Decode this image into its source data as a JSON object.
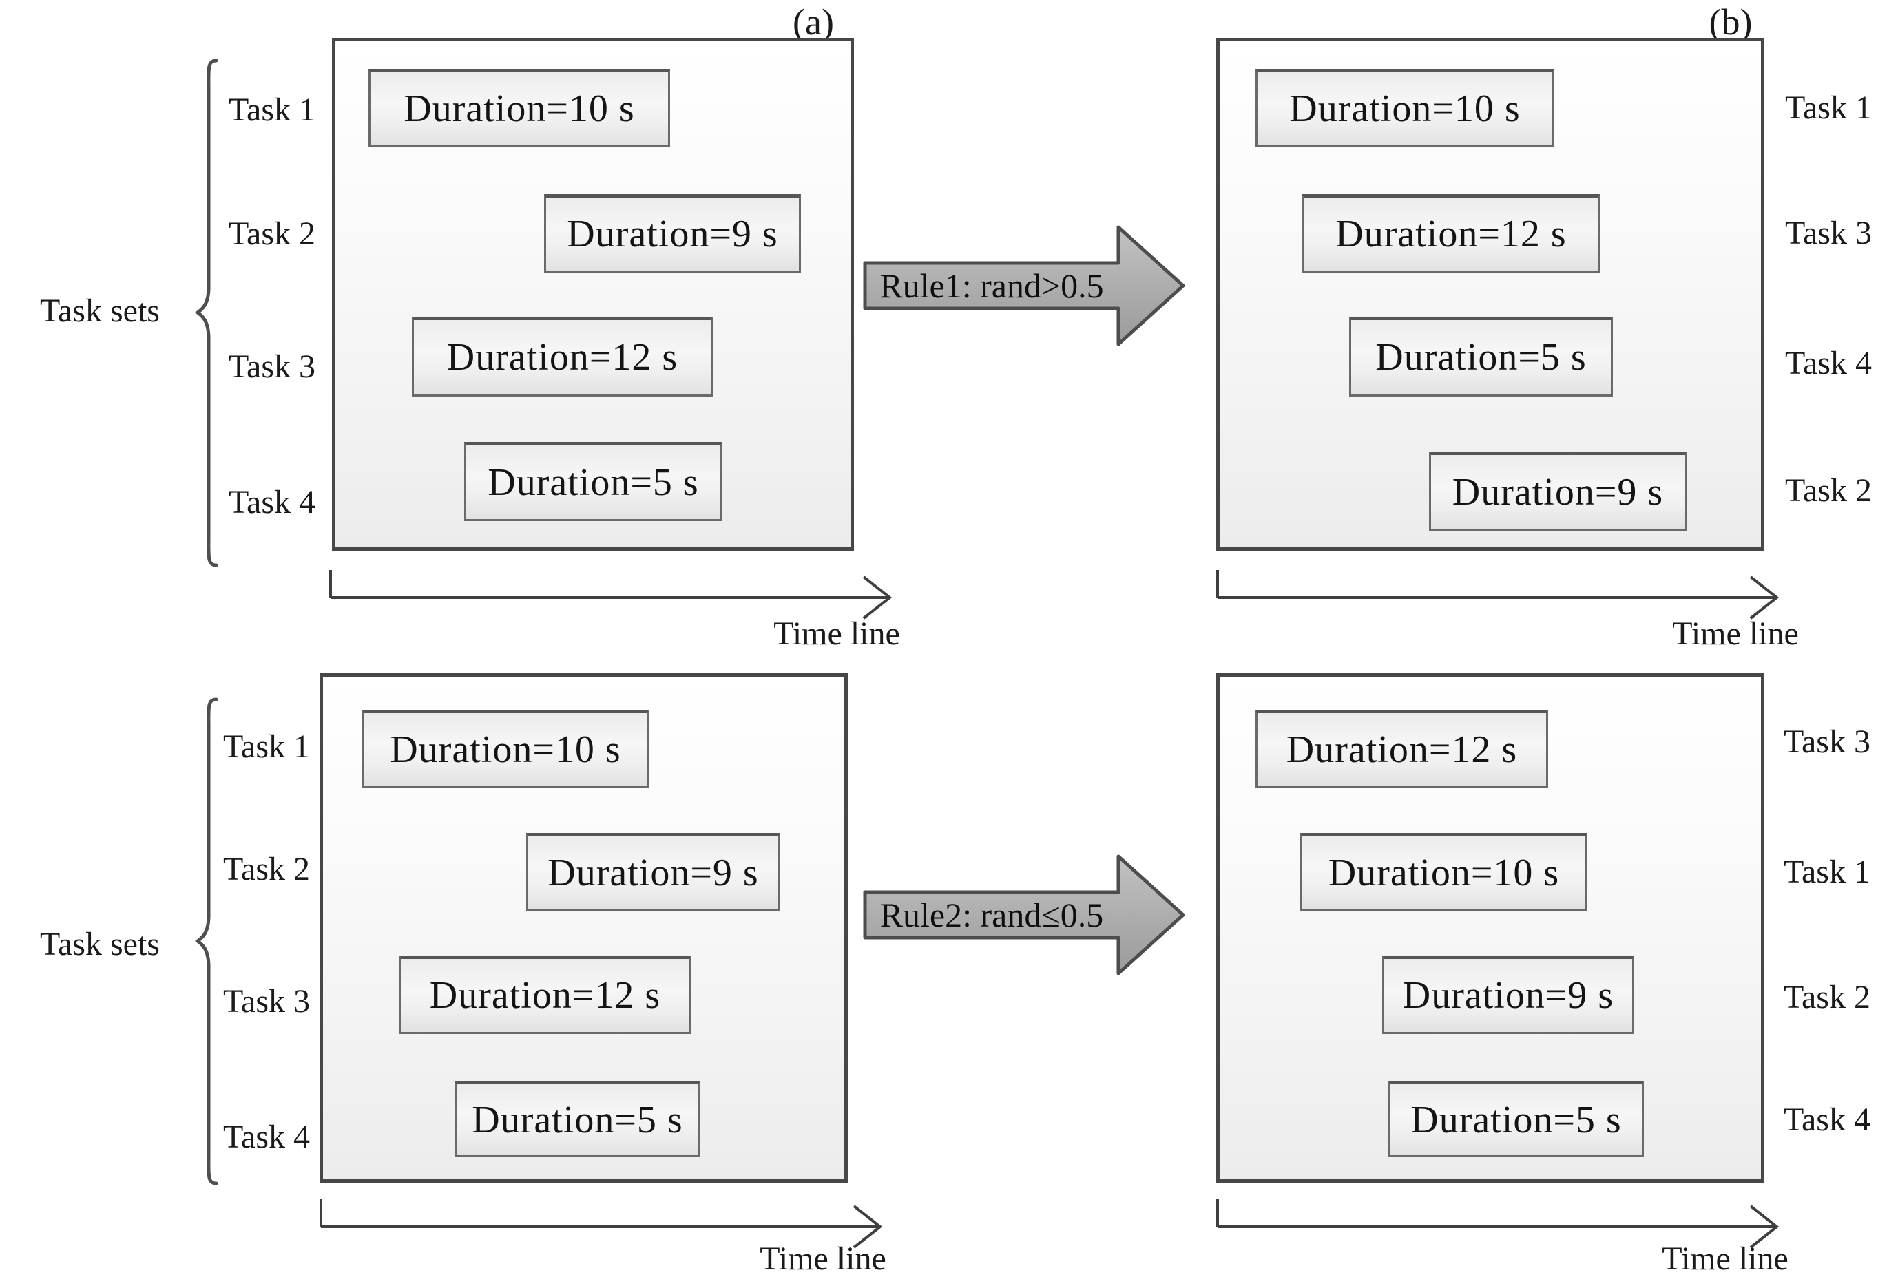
{
  "labels": {
    "panel_a": "(a)",
    "panel_b": "(b)",
    "task_sets": "Task sets",
    "timeline": "Time line"
  },
  "rules": {
    "rule1": "Rule1: rand>0.5",
    "rule2": "Rule2: rand≤0.5"
  },
  "panels": {
    "top_left": {
      "tasks": [
        {
          "name": "Task 1",
          "duration": "Duration=10 s"
        },
        {
          "name": "Task 2",
          "duration": "Duration=9 s"
        },
        {
          "name": "Task 3",
          "duration": "Duration=12 s"
        },
        {
          "name": "Task 4",
          "duration": "Duration=5 s"
        }
      ]
    },
    "top_right": {
      "tasks": [
        {
          "name": "Task 1",
          "duration": "Duration=10 s"
        },
        {
          "name": "Task 3",
          "duration": "Duration=12 s"
        },
        {
          "name": "Task 4",
          "duration": "Duration=5 s"
        },
        {
          "name": "Task 2",
          "duration": "Duration=9 s"
        }
      ]
    },
    "bottom_left": {
      "tasks": [
        {
          "name": "Task 1",
          "duration": "Duration=10 s"
        },
        {
          "name": "Task 2",
          "duration": "Duration=9 s"
        },
        {
          "name": "Task 3",
          "duration": "Duration=12 s"
        },
        {
          "name": "Task 4",
          "duration": "Duration=5 s"
        }
      ]
    },
    "bottom_right": {
      "tasks": [
        {
          "name": "Task 3",
          "duration": "Duration=12 s"
        },
        {
          "name": "Task 1",
          "duration": "Duration=10 s"
        },
        {
          "name": "Task 2",
          "duration": "Duration=9 s"
        },
        {
          "name": "Task 4",
          "duration": "Duration=5 s"
        }
      ]
    }
  },
  "colors": {
    "panel_border": "#474747",
    "box_border": "#6a6a6a",
    "arrow_fill": "#ababab",
    "arrow_border": "#4d4d4d",
    "text": "#1a1a1a"
  }
}
